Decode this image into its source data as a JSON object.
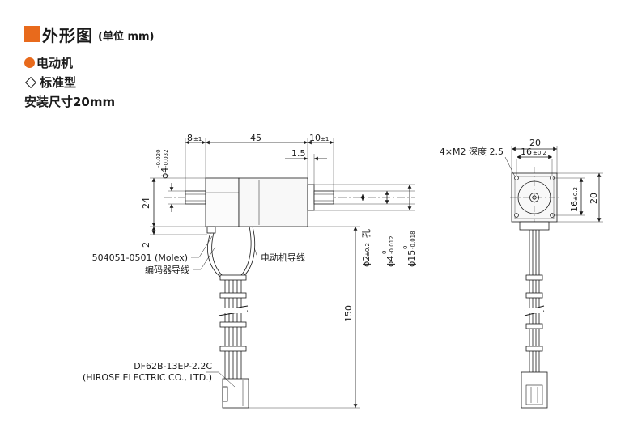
{
  "header": {
    "title": "外形图",
    "unit": "(单位 mm)"
  },
  "section": {
    "motor": "电动机",
    "type": "标准型",
    "mount": "安装尺寸20mm"
  },
  "side_view": {
    "dim_top_8": "8",
    "dim_top_8_tol": "±1",
    "dim_top_45": "45",
    "dim_top_10": "10",
    "dim_top_10_tol": "±1",
    "dim_1_5": "1.5",
    "phi4_shaft": "ϕ4",
    "phi4_shaft_tol_upper": "-0.020",
    "phi4_shaft_tol_lower": "-0.032",
    "dim_24": "24",
    "dim_2": "2",
    "phi2_hole": "ϕ2",
    "phi2_hole_tol": "±0.2",
    "phi2_hole_suffix": "孔",
    "phi4_right": "ϕ4",
    "phi4_right_tol_upper": "0",
    "phi4_right_tol_lower": "-0.012",
    "phi15": "ϕ15",
    "phi15_tol_upper": "0",
    "phi15_tol_lower": "-0.018",
    "dim_150": "150",
    "label_molex": "504051-0501 (Molex)",
    "label_encoder_wire": "编码器导线",
    "label_motor_wire": "电动机导线",
    "label_connector_1": "DF62B-13EP-2.2C",
    "label_connector_2": "(HIROSE ELECTRIC CO., LTD.)"
  },
  "front_view": {
    "dim_20_top": "20",
    "dim_16": "16",
    "dim_16_tol": "±0.2",
    "label_holes": "4×M2 深度 2.5",
    "dim_16_side": "16",
    "dim_16_side_tol": "±0.2",
    "dim_20_side": "20"
  }
}
